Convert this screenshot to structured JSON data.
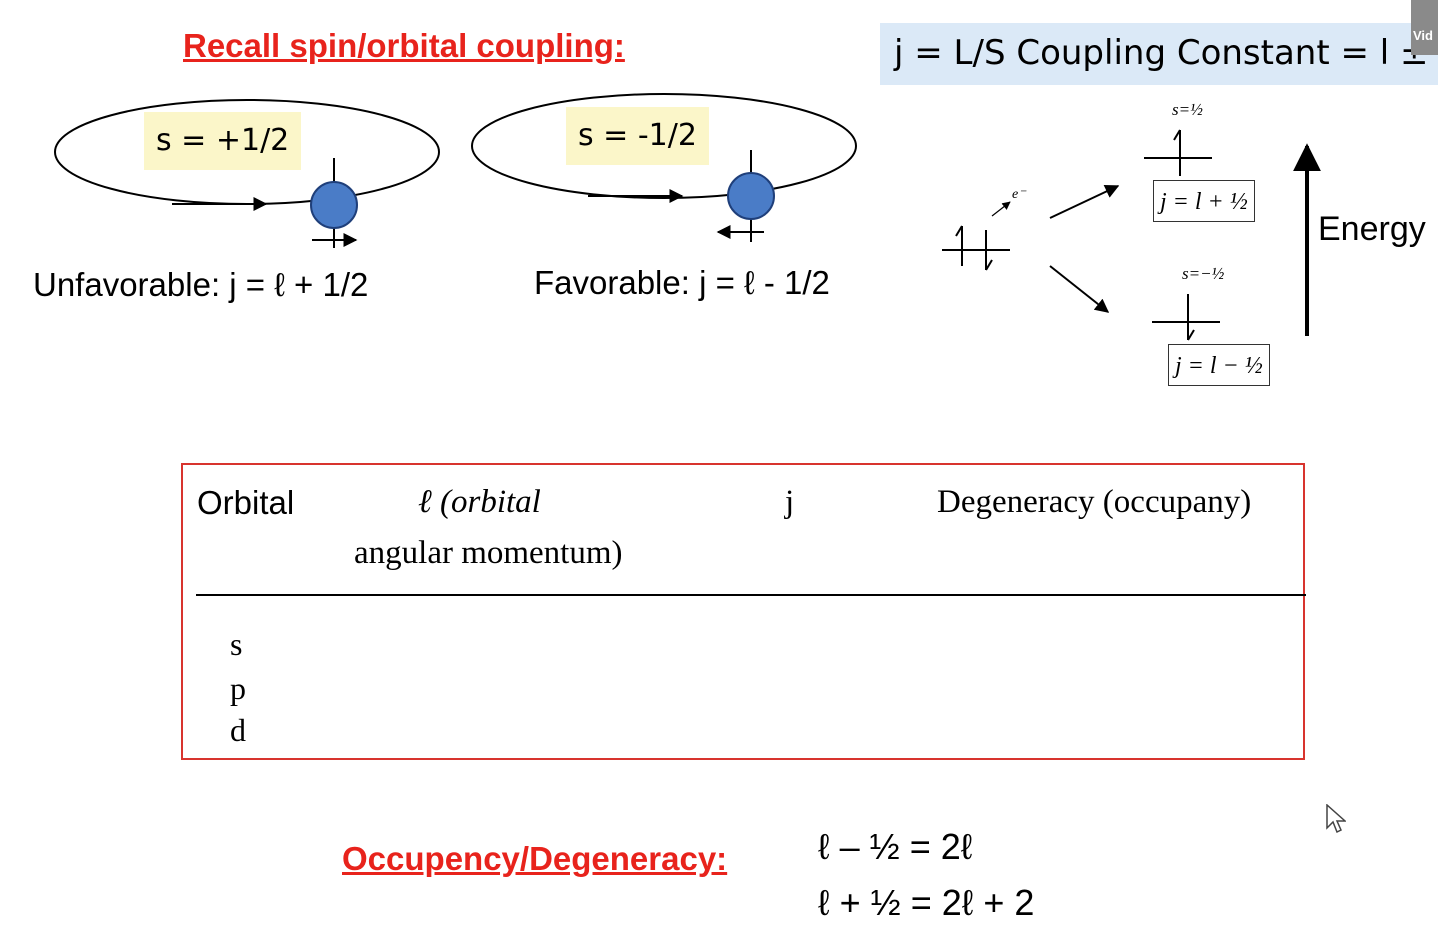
{
  "header": {
    "title": "Recall spin/orbital coupling:",
    "coupling_constant": "j = L/S Coupling Constant = l ± s"
  },
  "video_badge": "Vid",
  "orbits": {
    "left": {
      "spin_label": "s = +1/2",
      "caption": "Unfavorable: j = ℓ + 1/2"
    },
    "right": {
      "spin_label": "s = -1/2",
      "caption": "Favorable: j = ℓ - 1/2"
    }
  },
  "energy_diagram": {
    "electron_label": "e⁻",
    "upper_spin": "s=½",
    "upper_j": "j = l + ½",
    "lower_spin": "s=−½",
    "lower_j": "j = l − ½",
    "energy_label": "Energy",
    "colors": {
      "arrow": "#000000",
      "electron": "#4a7cc7"
    }
  },
  "table": {
    "headers": {
      "orbital": "Orbital",
      "l_line1": "ℓ (orbital",
      "l_line2": "angular momentum)",
      "j": "j",
      "degeneracy": "Degeneracy (occupany)"
    },
    "rows": [
      "s",
      "p",
      "d"
    ],
    "border_color": "#d8342e"
  },
  "occupancy": {
    "title": "Occupency/Degeneracy:",
    "eq1": "ℓ – ½ = 2ℓ",
    "eq2": "ℓ + ½ = 2ℓ + 2"
  },
  "colors": {
    "accent_red": "#e8231c",
    "highlight_yellow": "#fbf6c9",
    "highlight_blue": "#dbe9f7"
  }
}
